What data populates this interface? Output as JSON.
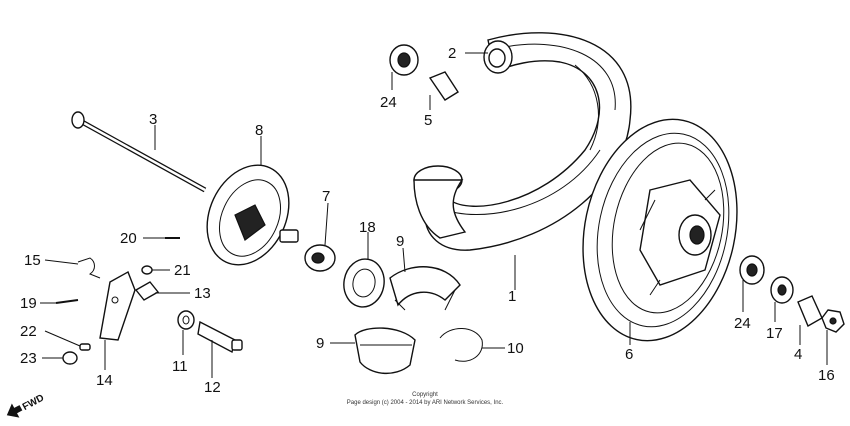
{
  "callouts": {
    "c1": "1",
    "c2": "2",
    "c3": "3",
    "c4": "4",
    "c5": "5",
    "c6": "6",
    "c7": "7",
    "c8": "8",
    "c9a": "9",
    "c9b": "9",
    "c10": "10",
    "c11": "11",
    "c12": "12",
    "c13": "13",
    "c14": "14",
    "c15": "15",
    "c16": "16",
    "c17": "17",
    "c18": "18",
    "c19": "19",
    "c20": "20",
    "c21": "21",
    "c22": "22",
    "c23": "23",
    "c24a": "24",
    "c24b": "24"
  },
  "copyright": {
    "line1": "Copyright",
    "line2": "Page design (c) 2004 - 2014 by ARI Network Services, Inc."
  },
  "direction_label": "FWD"
}
